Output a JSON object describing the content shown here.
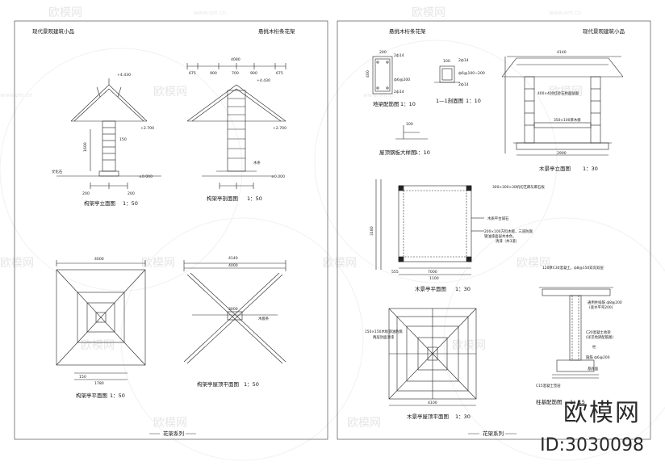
{
  "left_page": {
    "header_left": "现代景观建筑小品",
    "header_right": "悬挑木桁条花架",
    "footer": "花架系列",
    "views": [
      {
        "caption": "构架亭立面图",
        "scale": "1：50"
      },
      {
        "caption": "构架亭剖面图",
        "scale": "1：50"
      },
      {
        "caption": "构架亭平面图",
        "scale": "1：50"
      },
      {
        "caption": "构架亭屋顶平面图",
        "scale": "1：50"
      }
    ],
    "dims": {
      "elev_top": "+4.430",
      "elev_mid": "+2.700",
      "elev_ground": "±0.000",
      "d150": "150",
      "d200": "200",
      "d1600": "1600",
      "d4080": "4080",
      "d675": "675",
      "d900": "900",
      "d700": "700",
      "d4000": "4000",
      "d1780": "1780",
      "d4140": "4140",
      "d3000": "3000"
    },
    "labels": {
      "culture_stone": "文化石",
      "timber": "木条",
      "timber_purlin": "木檩条"
    }
  },
  "right_page": {
    "header_left": "悬挑木桁条花架",
    "header_right": "现代景观建筑小品",
    "footer": "花架系列",
    "views": [
      {
        "caption": "地梁配筋图",
        "scale": "1：10"
      },
      {
        "caption": "1—1剖面图",
        "scale": "1：10"
      },
      {
        "caption": "屋顶钢板大样图",
        "scale": "1：10"
      },
      {
        "caption": "木景亭立面图",
        "scale": "1：30"
      },
      {
        "caption": "木景亭平面图",
        "scale": "1：30"
      },
      {
        "caption": "木景亭屋顶平面图",
        "scale": "1：30"
      },
      {
        "caption": "柱基配筋图",
        "scale": "1：15"
      }
    ],
    "labels": {
      "granite_post": "400×400红砂石柱面贴面",
      "beam_350": "350×100厚木檩",
      "tile_note": "300×300×30机切芝麻灰麻石板",
      "wood_floor": "木质平台铺石",
      "timber_200": "200×100方料木檩，三道防腐",
      "timber_200b": "钢油漆面层木本色，",
      "timber_200c": "清漆（共3道）",
      "pipe_note": "150×150木板钢油防腐",
      "pipe_note2": "两层封面清漆",
      "rebar1": "120厚C30混凝土，ф8@150双向双层",
      "rebar2": "通用柱插筋 ф8@200",
      "rebar2b": "(底水平弯200)",
      "rebar3": "C20混凝土地梁",
      "rebar3b": "(详见地梁配筋图)",
      "rebar4": "柱",
      "rebar5": "箍筋 ф6@200",
      "rebar6": "基底面",
      "rebar7": "C15混凝土垫层",
      "d4140": "4140",
      "d2990": "2990",
      "d3180": "3180",
      "d1100": "1100",
      "d7000": "7000",
      "d4100": "4100",
      "d555": "555",
      "d200": "200",
      "d400": "400",
      "d100": "100",
      "r2d14": "2ф14",
      "r6": "ф6@200",
      "r6b": "ф6@100~200"
    }
  },
  "watermark": {
    "text": "欧模网",
    "url": "www.om.cn"
  },
  "brand": {
    "name": "欧模网",
    "id": "ID:3030098"
  }
}
